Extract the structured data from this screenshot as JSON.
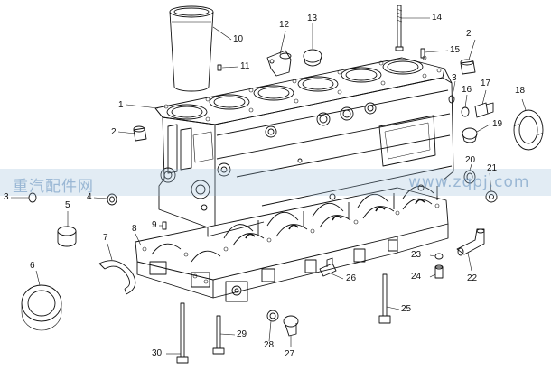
{
  "callouts": [
    {
      "id": "c1",
      "label": "1"
    },
    {
      "id": "c2a",
      "label": "2"
    },
    {
      "id": "c2b",
      "label": "2"
    },
    {
      "id": "c3a",
      "label": "3"
    },
    {
      "id": "c3b",
      "label": "3"
    },
    {
      "id": "c4",
      "label": "4"
    },
    {
      "id": "c5",
      "label": "5"
    },
    {
      "id": "c6",
      "label": "6"
    },
    {
      "id": "c7",
      "label": "7"
    },
    {
      "id": "c8",
      "label": "8"
    },
    {
      "id": "c9",
      "label": "9"
    },
    {
      "id": "c10",
      "label": "10"
    },
    {
      "id": "c11",
      "label": "11"
    },
    {
      "id": "c12",
      "label": "12"
    },
    {
      "id": "c13",
      "label": "13"
    },
    {
      "id": "c14",
      "label": "14"
    },
    {
      "id": "c15",
      "label": "15"
    },
    {
      "id": "c16",
      "label": "16"
    },
    {
      "id": "c17",
      "label": "17"
    },
    {
      "id": "c18",
      "label": "18"
    },
    {
      "id": "c19",
      "label": "19"
    },
    {
      "id": "c20",
      "label": "20"
    },
    {
      "id": "c21",
      "label": "21"
    },
    {
      "id": "c22",
      "label": "22"
    },
    {
      "id": "c23",
      "label": "23"
    },
    {
      "id": "c24",
      "label": "24"
    },
    {
      "id": "c25",
      "label": "25"
    },
    {
      "id": "c26",
      "label": "26"
    },
    {
      "id": "c27",
      "label": "27"
    },
    {
      "id": "c28",
      "label": "28"
    },
    {
      "id": "c29",
      "label": "29"
    },
    {
      "id": "c30",
      "label": "30"
    }
  ],
  "watermark": {
    "left": "重汽配件网",
    "right": "www.zqpj.com"
  }
}
